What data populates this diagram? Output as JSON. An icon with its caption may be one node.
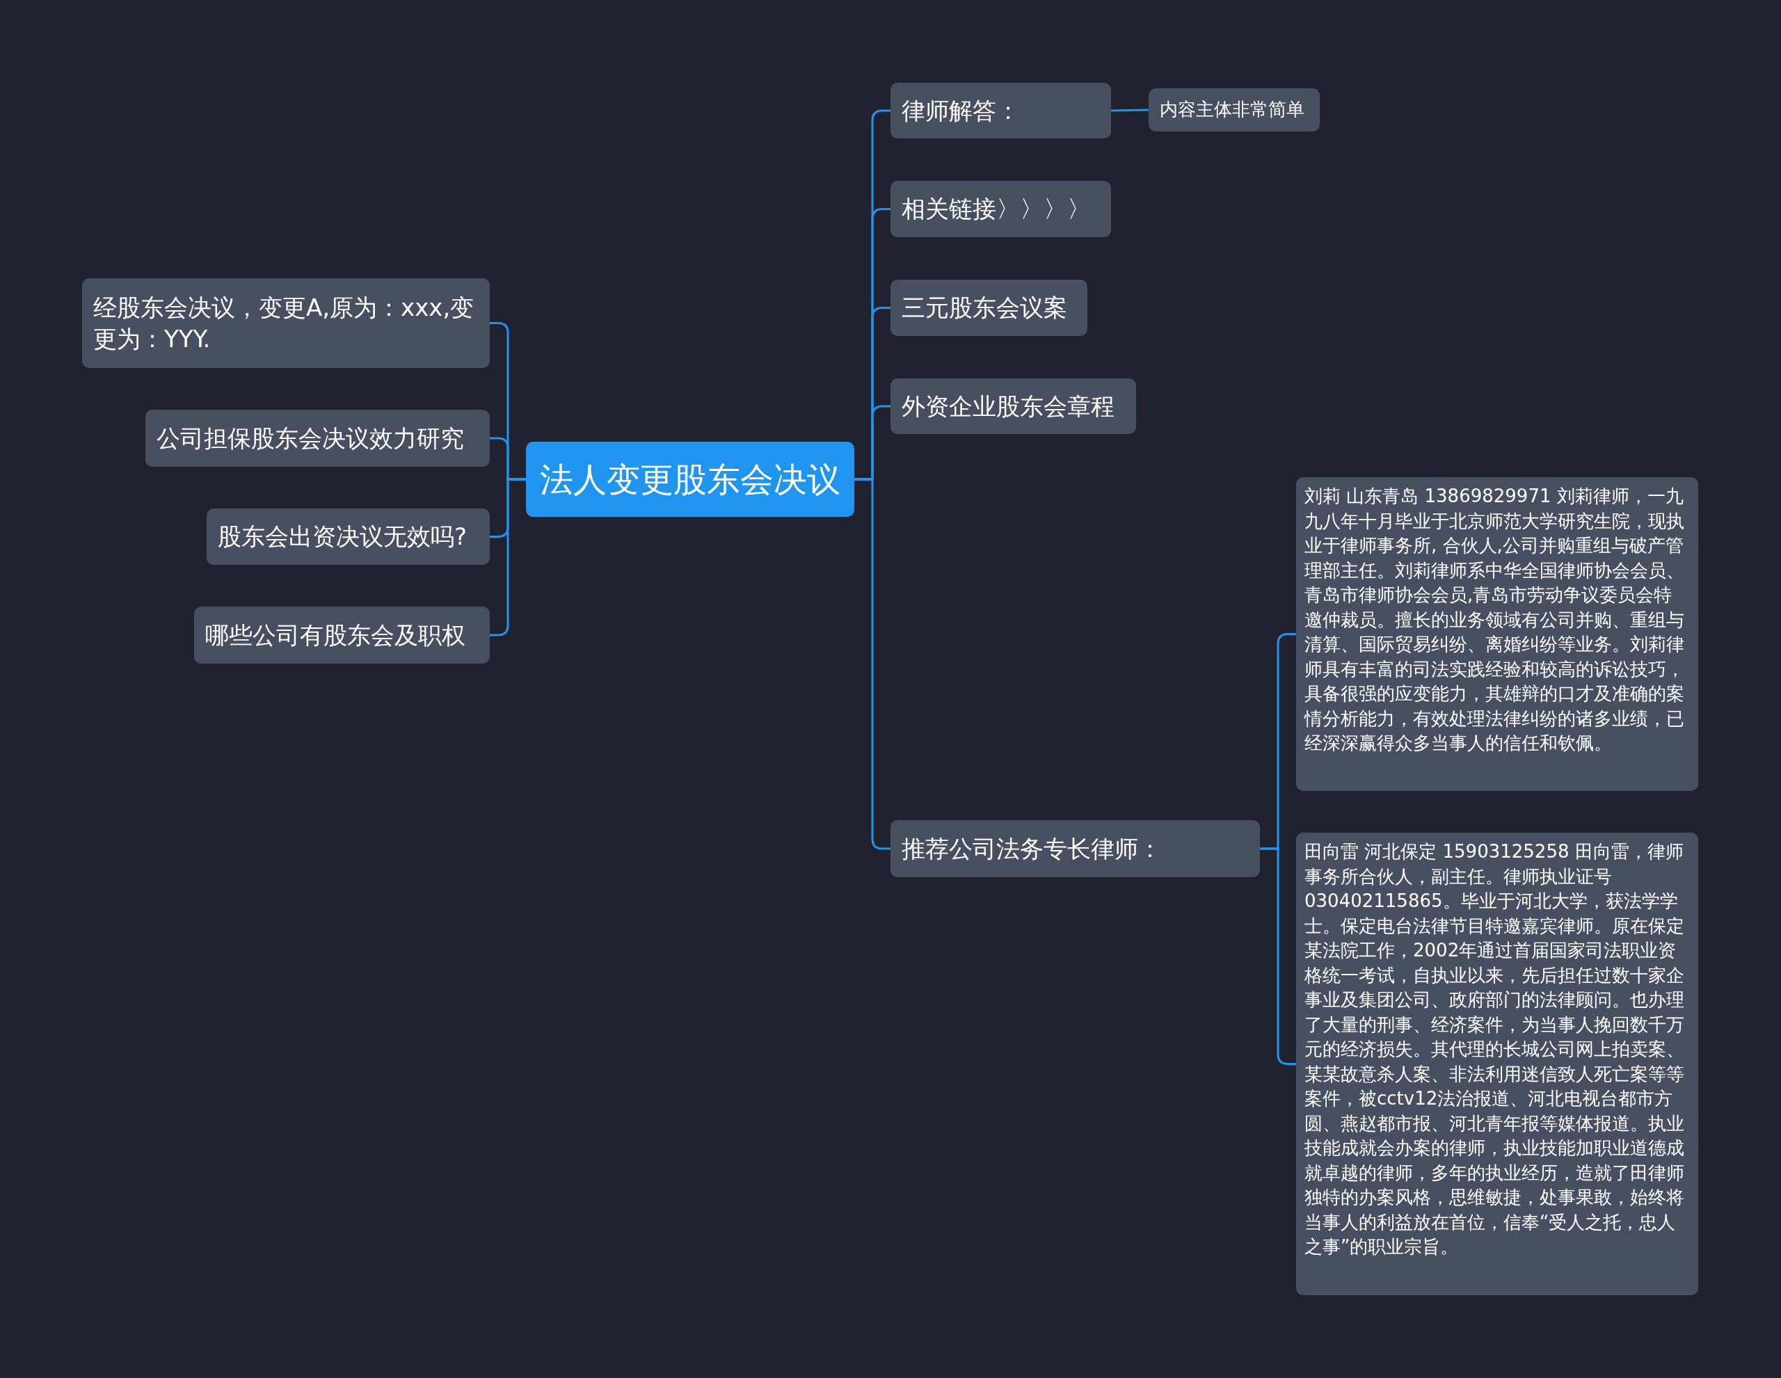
{
  "diagram": {
    "nodes": [
      {
        "text": [
          "法人变更股东会决议"
        ]
      },
      {
        "text": [
          "律师解答："
        ]
      },
      {
        "text": [
          "内容主体非常简单"
        ]
      },
      {
        "text": [
          "相关链接〉〉〉〉"
        ]
      },
      {
        "text": [
          "三元股东会议案"
        ]
      },
      {
        "text": [
          "外资企业股东会章程"
        ]
      },
      {
        "text": [
          "推荐公司法务专长律师："
        ]
      },
      {
        "text": [
          "刘莉 山东青岛 13869829971 刘莉律师，一九九八年十月毕业于北京师范大学研究生院，现执业于律师事务所, 合伙人,公司并购重组与破产管理部主任。刘莉律师系中华全国律师协会会员、青岛市律师协会会员,青岛市劳动争议委员会特邀仲裁员。擅长的业务领域有公司并购、重组与清算、国际贸易纠纷、离婚纠纷等业务。刘莉律师具有丰富的司法实践经验和较高的诉讼技巧，具备很强的应变能力，其雄辩的口才及准确的案情分析能力，有效处理法律纠纷的诸多业绩，已经深深赢得众多当事人的信任和钦佩。"
        ]
      },
      {
        "text": [
          "田向雷 河北保定 15903125258 田向雷，律师事务所合伙人，副主任。律师执业证号030402115865。毕业于河北大学，获法学学士。保定电台法律节目特邀嘉宾律师。原在保定某法院工作，2002年通过首届国家司法职业资格统一考试，自执业以来，先后担任过数十家企事业及集团公司、政府部门的法律顾问。也办理了大量的刑事、经济案件，为当事人挽回数千万元的经济损失。其代理的长城公司网上拍卖案、某某故意杀人案、非法利用迷信致人死亡案等等案件，被cctv12法治报道、河北电视台都市方圆、燕赵都市报、河北青年报等媒体报道。执业技能成就会办案的律师，执业技能加职业道德成就卓越的律师，多年的执业经历，造就了田律师独特的办案风格，思维敏捷，处事果敢，始终将当事人的利益放在首位，信奉“受人之托，忠人之事”的职业宗旨。"
        ]
      },
      {
        "text": [
          "经股东会决议，变更A,原为：xxx,变更为：YYY."
        ]
      },
      {
        "text": [
          "公司担保股东会决议效力研究"
        ]
      },
      {
        "text": [
          "股东会出资决议无效吗?"
        ]
      },
      {
        "text": [
          "哪些公司有股东会及职权"
        ]
      }
    ],
    "edges": [
      {
        "from": 0,
        "to": 1,
        "arrow": "none"
      },
      {
        "from": 1,
        "to": 2,
        "arrow": "none"
      },
      {
        "from": 0,
        "to": 3,
        "arrow": "none"
      },
      {
        "from": 0,
        "to": 4,
        "arrow": "none"
      },
      {
        "from": 0,
        "to": 5,
        "arrow": "none"
      },
      {
        "from": 0,
        "to": 6,
        "arrow": "none"
      },
      {
        "from": 6,
        "to": 7,
        "arrow": "none"
      },
      {
        "from": 6,
        "to": 8,
        "arrow": "none"
      },
      {
        "from": 0,
        "to": 9,
        "arrow": "none"
      },
      {
        "from": 0,
        "to": 10,
        "arrow": "none"
      },
      {
        "from": 0,
        "to": 11,
        "arrow": "none"
      },
      {
        "from": 0,
        "to": 12,
        "arrow": "none"
      }
    ]
  }
}
